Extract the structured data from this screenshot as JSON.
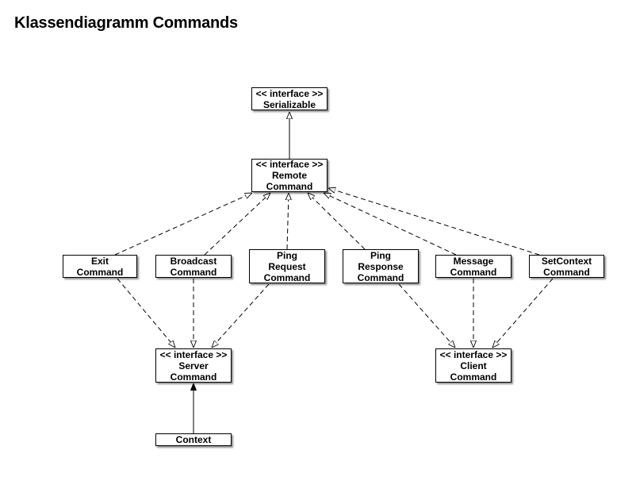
{
  "title": "Klassendiagramm Commands",
  "classes": {
    "serializable": {
      "stereotype": "<< interface >>",
      "name": "Serializable"
    },
    "remote_command": {
      "stereotype": "<< interface >>",
      "name_line1": "Remote",
      "name_line2": "Command"
    },
    "exit_command": {
      "name_line1": "Exit",
      "name_line2": "Command"
    },
    "broadcast_command": {
      "name_line1": "Broadcast",
      "name_line2": "Command"
    },
    "ping_request_command": {
      "name_line1": "Ping",
      "name_line2": "Request",
      "name_line3": "Command"
    },
    "ping_response_command": {
      "name_line1": "Ping",
      "name_line2": "Response",
      "name_line3": "Command"
    },
    "message_command": {
      "name_line1": "Message",
      "name_line2": "Command"
    },
    "setcontext_command": {
      "name_line1": "SetContext",
      "name_line2": "Command"
    },
    "server_command": {
      "stereotype": "<< interface >>",
      "name_line1": "Server",
      "name_line2": "Command"
    },
    "client_command": {
      "stereotype": "<< interface >>",
      "name_line1": "Client",
      "name_line2": "Command"
    },
    "context": {
      "name": "Context"
    }
  },
  "relations": [
    {
      "from": "remote_command",
      "to": "serializable",
      "kind": "generalization"
    },
    {
      "from": "exit_command",
      "to": "remote_command",
      "kind": "realization"
    },
    {
      "from": "broadcast_command",
      "to": "remote_command",
      "kind": "realization"
    },
    {
      "from": "ping_request_command",
      "to": "remote_command",
      "kind": "realization"
    },
    {
      "from": "ping_response_command",
      "to": "remote_command",
      "kind": "realization"
    },
    {
      "from": "message_command",
      "to": "remote_command",
      "kind": "realization"
    },
    {
      "from": "setcontext_command",
      "to": "remote_command",
      "kind": "realization"
    },
    {
      "from": "exit_command",
      "to": "server_command",
      "kind": "realization"
    },
    {
      "from": "broadcast_command",
      "to": "server_command",
      "kind": "realization"
    },
    {
      "from": "ping_request_command",
      "to": "server_command",
      "kind": "realization"
    },
    {
      "from": "ping_response_command",
      "to": "client_command",
      "kind": "realization"
    },
    {
      "from": "message_command",
      "to": "client_command",
      "kind": "realization"
    },
    {
      "from": "setcontext_command",
      "to": "client_command",
      "kind": "realization"
    },
    {
      "from": "context",
      "to": "server_command",
      "kind": "association"
    }
  ]
}
